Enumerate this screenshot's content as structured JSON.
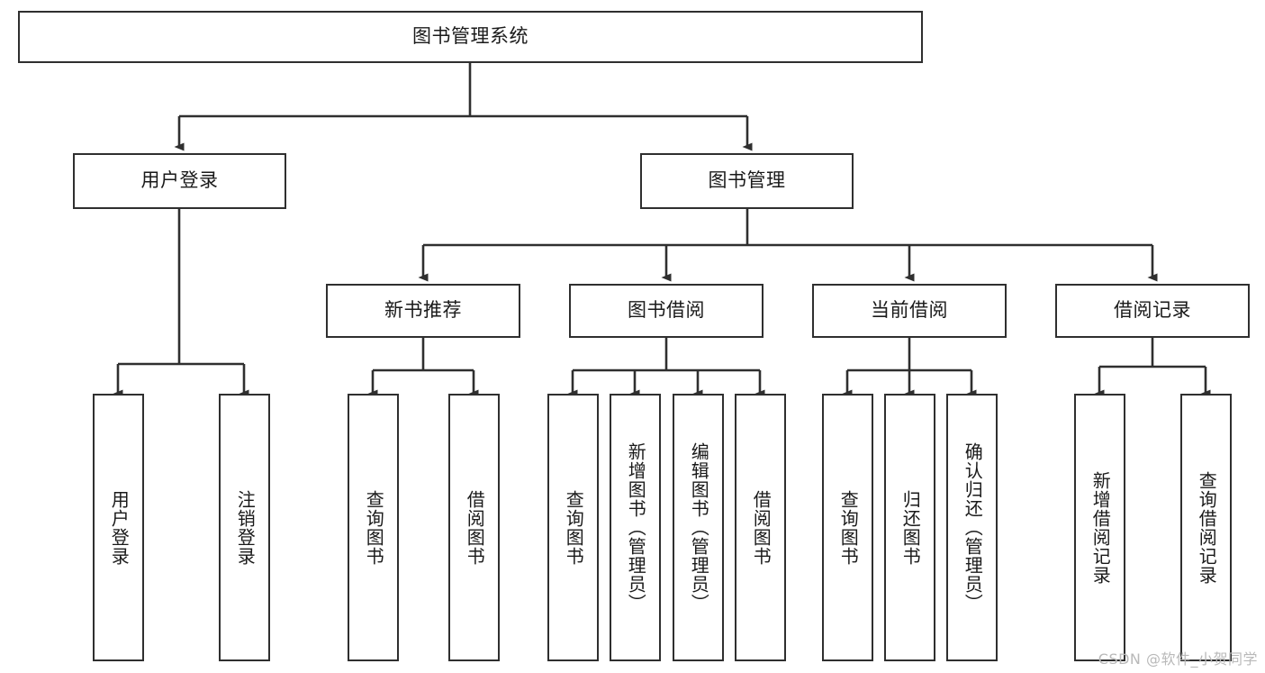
{
  "diagram": {
    "title": "图书管理系统",
    "type": "tree-hierarchy",
    "watermark": "CSDN @软件_小贺同学",
    "colors": {
      "box_border": "#2f2f2f",
      "box_fill": "#ffffff",
      "connector": "#2f2f2f",
      "text": "#1a1a1a",
      "watermark": "#b9b9b9"
    },
    "root": {
      "label": "图书管理系统"
    },
    "level2": [
      {
        "label": "用户登录"
      },
      {
        "label": "图书管理"
      }
    ],
    "level3": [
      {
        "label": "新书推荐"
      },
      {
        "label": "图书借阅"
      },
      {
        "label": "当前借阅"
      },
      {
        "label": "借阅记录"
      }
    ],
    "leaves": {
      "user_login": [
        {
          "label": "用户登录"
        },
        {
          "label": "注销登录"
        }
      ],
      "new_book_recommend": [
        {
          "label": "查询图书"
        },
        {
          "label": "借阅图书"
        }
      ],
      "book_borrow": [
        {
          "label": "查询图书"
        },
        {
          "label": "新增图书（管理员）"
        },
        {
          "label": "编辑图书（管理员）"
        },
        {
          "label": "借阅图书"
        }
      ],
      "current_borrow": [
        {
          "label": "查询图书"
        },
        {
          "label": "归还图书"
        },
        {
          "label": "确认归还（管理员）"
        }
      ],
      "borrow_record": [
        {
          "label": "新增借阅记录"
        },
        {
          "label": "查询借阅记录"
        }
      ]
    }
  }
}
